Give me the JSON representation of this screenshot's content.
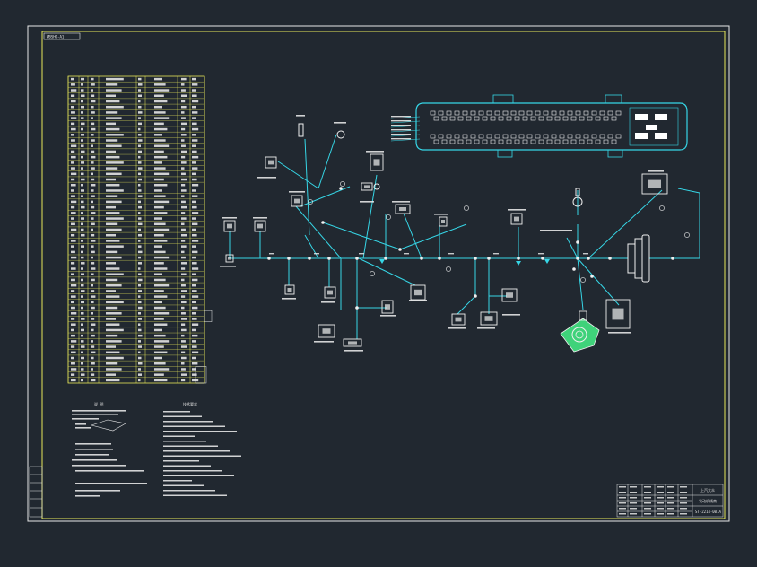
{
  "drawing": {
    "title_tag": "WBSHG-A1",
    "company": "上汽大众",
    "drawing_name": "发动机线束",
    "drawing_no": "ST-2214-001A"
  },
  "colors": {
    "background": "#212830",
    "frame": "#e8e85a",
    "wire": "#36d6e6",
    "text": "#f0f0f0",
    "highlight": "#3fd27a"
  },
  "notes": {
    "left_heading": "说 明",
    "right_heading": "技术要求"
  },
  "icons": [
    "ecu-connector-icon",
    "connector-icon",
    "ring-terminal-icon",
    "throttle-body-icon",
    "grommet-icon"
  ]
}
